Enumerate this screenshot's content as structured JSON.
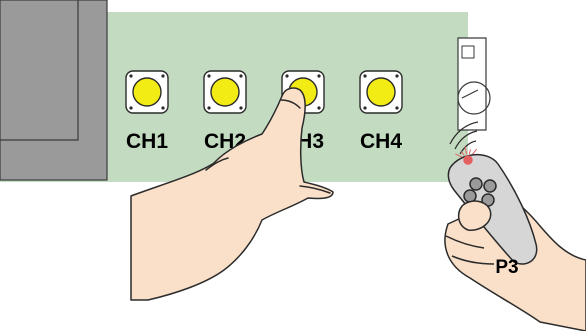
{
  "colors": {
    "board": "#c3dcc1",
    "housing": "#9a9a9a",
    "button_face": "#f3ec14",
    "button_body": "#ffffff",
    "skin": "#fae0c8",
    "skin_outline": "#2b2b2b",
    "remote_body": "#d6d6d6",
    "led": "#e46060"
  },
  "board": {
    "channels": [
      {
        "label": "CH1"
      },
      {
        "label": "CH2"
      },
      {
        "label": "CH3",
        "pressed": true
      },
      {
        "label": "CH4"
      }
    ]
  },
  "remote": {
    "button_label": "P3"
  },
  "icons": [
    "pointing-hand",
    "remote-hand",
    "signal-waves",
    "led-glow",
    "keyhole-symbol"
  ]
}
